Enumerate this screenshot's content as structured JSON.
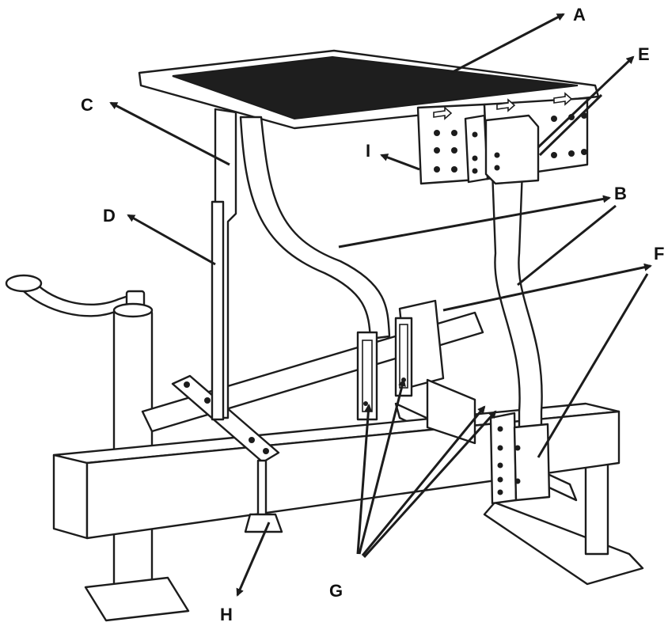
{
  "colors": {
    "ink": "#1c1c1c",
    "tray_surface": "#1e1e1e",
    "background": "#ffffff"
  },
  "labels": {
    "A": "A",
    "B": "B",
    "C": "C",
    "D": "D",
    "E": "E",
    "F": "F",
    "G": "G",
    "H": "H",
    "I": "I"
  }
}
